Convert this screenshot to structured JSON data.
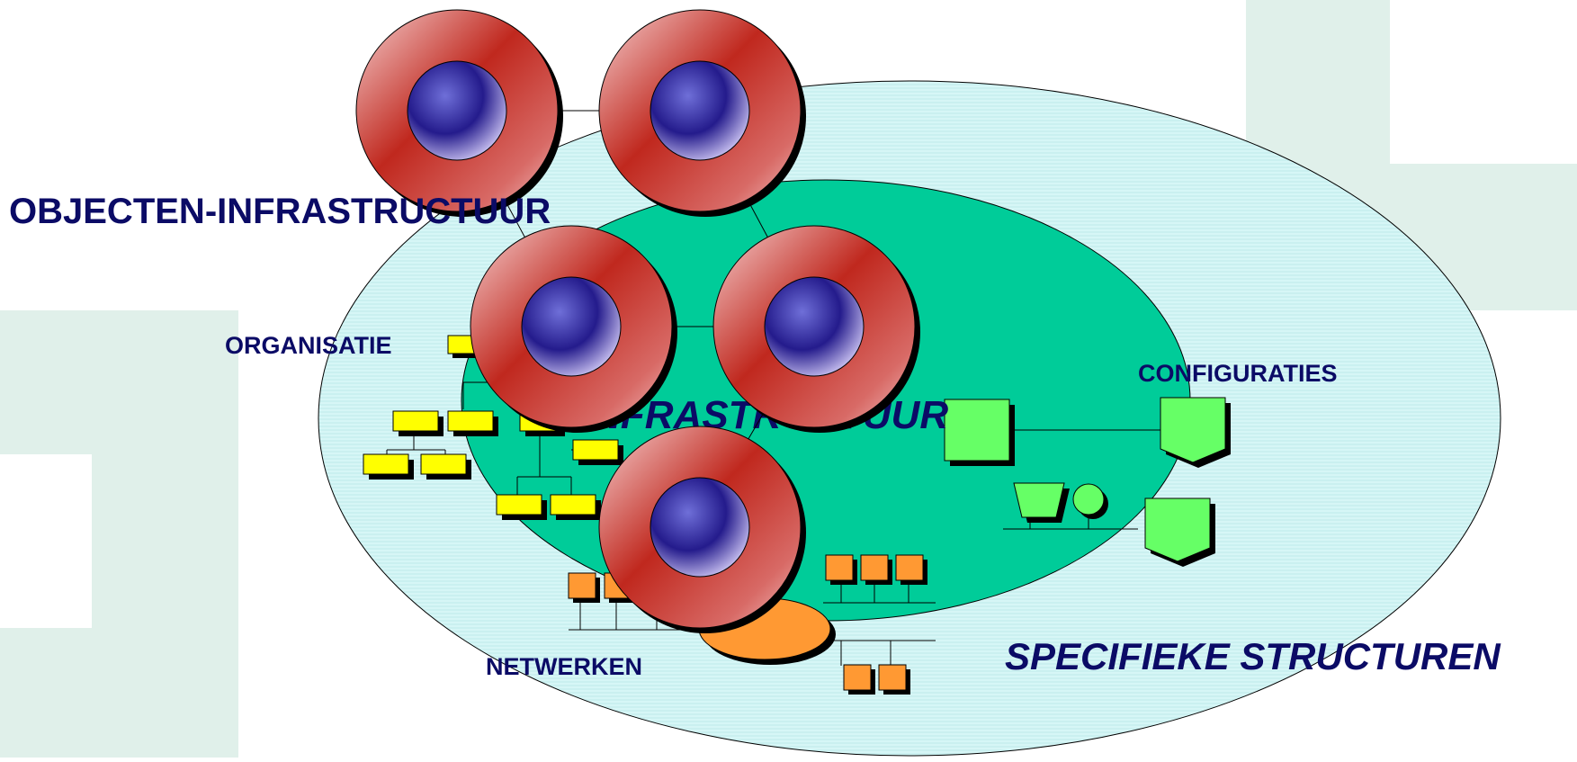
{
  "labels": {
    "objecten": "OBJECTEN-INFRASTRUCTUUR",
    "organisatie": "ORGANISATIE",
    "configuraties": "CONFIGURATIES",
    "infrastructuur": "INFRASTRUCTUUR",
    "netwerken": "NETWERKEN",
    "specifieke": "SPECIFIEKE STRUCTUREN"
  },
  "colors": {
    "background_panels": "#e0f0ea",
    "outer_ellipse": "#d6f6f6",
    "inner_ellipse": "#00cc99",
    "ring_red": "#c0281e",
    "ring_pink": "#f4c0c0",
    "core_blue": "#241b8c",
    "yellow_box": "#ffff00",
    "orange_box": "#ff9933",
    "green_shape": "#66ff66",
    "label_navy": "#0b0b66"
  },
  "icons": {
    "object_node": "red-ring-blue-core-sphere",
    "org_box": "yellow-rectangle",
    "network_node": "orange-square",
    "config_shape": "green-shield"
  }
}
